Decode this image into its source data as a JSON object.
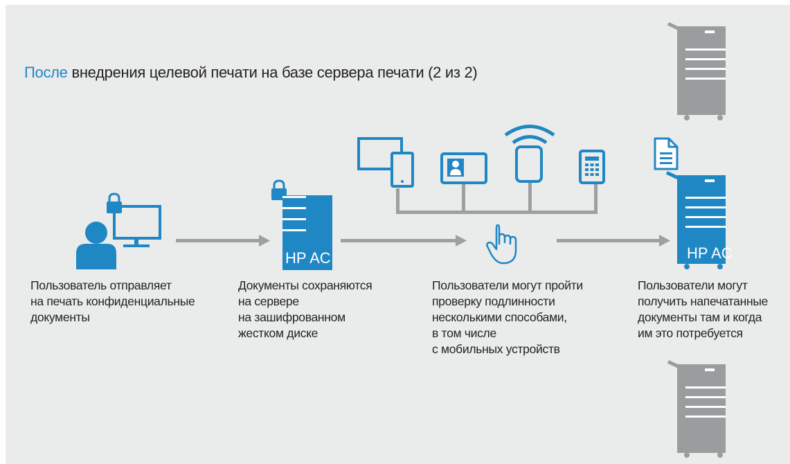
{
  "title": {
    "accent": "После",
    "rest": "внедрения целевой печати на базе сервера печати (2 из 2)"
  },
  "labels": {
    "server_brand": "HP AC",
    "printer_brand": "HP AC"
  },
  "steps": [
    {
      "caption": "Пользователь отправляет\nна печать конфиденциальные\nдокументы"
    },
    {
      "caption": "Документы сохраняются\nна сервере\nна зашифрованном\nжестком диске"
    },
    {
      "caption": "Пользователи могут пройти\nпроверку подлинности\nнесколькими способами,\nв том числе\nс мобильных устройств"
    },
    {
      "caption": "Пользователи могут\nполучить напечатанные\nдокументы там и когда\nим это потребуется"
    }
  ],
  "colors": {
    "brand_blue": "#1f87c4",
    "arrow_gray": "#9d9fa1",
    "printer_gray": "#9a9c9e",
    "background": "#eaebeb"
  },
  "icons": [
    "user-icon",
    "monitor-icon",
    "lock-icon",
    "server-icon",
    "tablet-icon",
    "id-card-icon",
    "smartphone-icon",
    "wifi-icon",
    "keypad-icon",
    "hand-pointer-icon",
    "document-icon",
    "printer-icon",
    "arrow-right-icon"
  ]
}
